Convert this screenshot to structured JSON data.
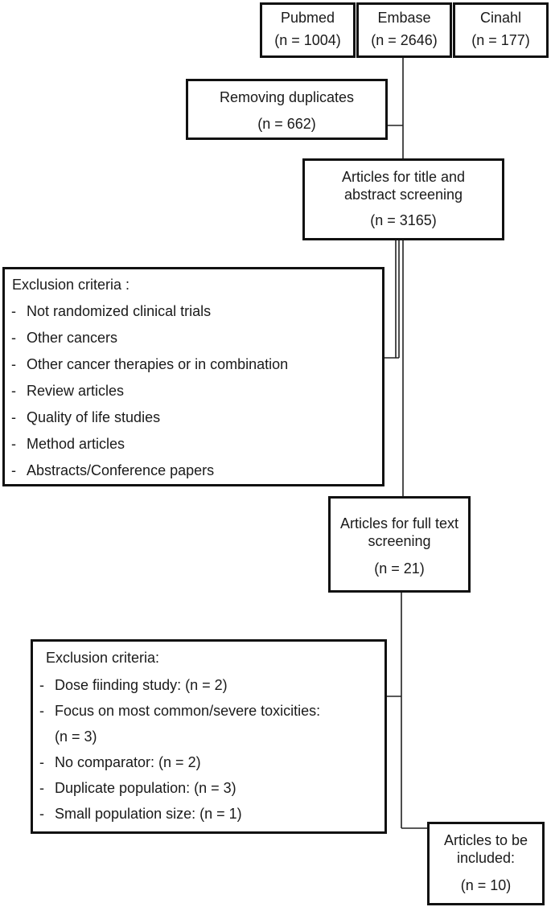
{
  "sources": [
    {
      "name": "Pubmed",
      "count": "(n = 1004)"
    },
    {
      "name": "Embase",
      "count": "(n = 2646)"
    },
    {
      "name": "Cinahl",
      "count": "(n = 177)"
    }
  ],
  "duplicates": {
    "label": "Removing duplicates",
    "count": "(n = 662)"
  },
  "title_abstract": {
    "line1": "Articles for  title and",
    "line2": "abstract screening",
    "count": "(n = 3165)"
  },
  "exclusion_1": {
    "heading": "Exclusion criteria :",
    "items": [
      "Not  randomized clinical trials",
      "Other cancers",
      "Other  cancer  therapies or  in  combination",
      "Review articles",
      "Quality of life studies",
      "Method articles",
      "Abstracts/Conference papers"
    ]
  },
  "full_text": {
    "line1": "Articles for full text",
    "line2": "screening",
    "count": "(n = 21)"
  },
  "exclusion_2": {
    "heading": "Exclusion criteria:",
    "items": [
      "Dose fiinding study:  (n = 2)",
      "Focus on most common/severe toxicities:",
      "(n = 3)",
      "No comparator: (n = 2)",
      "Duplicate population:  (n =  3)",
      "Small population size:  (n = 1)"
    ]
  },
  "included": {
    "line1": "Articles to be",
    "line2": "included:",
    "count": "(n = 10)"
  }
}
